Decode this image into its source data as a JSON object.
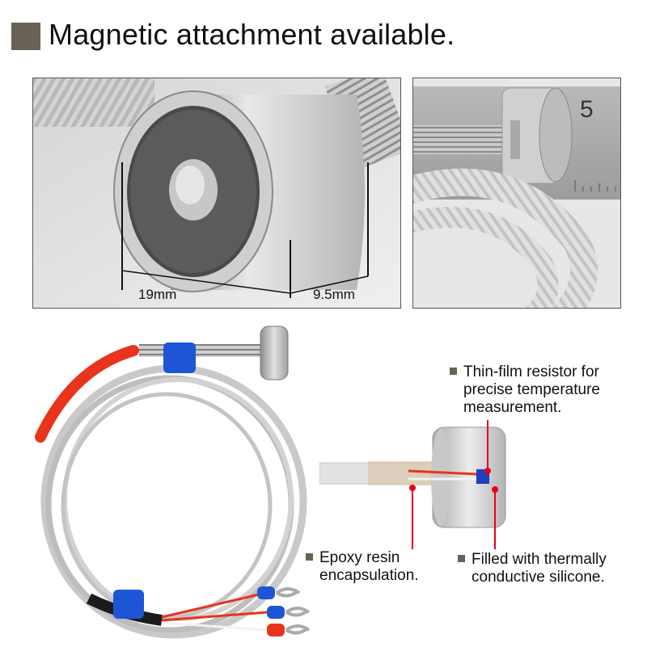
{
  "header": {
    "title": "Magnetic attachment available."
  },
  "dimensions": {
    "diameter": "19mm",
    "height": "9.5mm"
  },
  "ruler": {
    "digit": "5"
  },
  "callouts": {
    "thin_film_line1": "Thin-film resistor for",
    "thin_film_line2": "precise temperature",
    "thin_film_line3": "measurement.",
    "epoxy_line1": "Epoxy resin",
    "epoxy_line2": "encapsulation.",
    "silicone_line1": "Filled with thermally",
    "silicone_line2": "conductive silicone."
  },
  "colors": {
    "accent_bullet": "#6b6257",
    "callout_line": "#e3001b",
    "resistor_blue": "#1f3fbf",
    "sleeve_red": "#e8341c",
    "tie_blue": "#1d55d6"
  }
}
